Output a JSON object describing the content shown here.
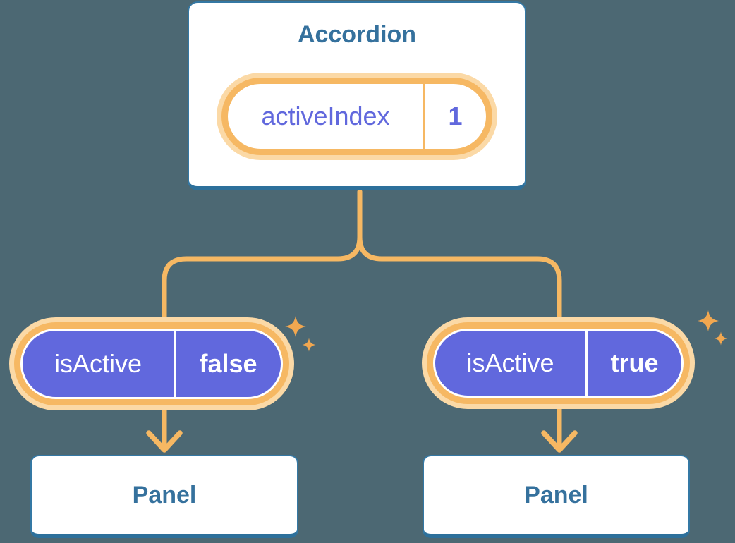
{
  "diagram": {
    "accordion": {
      "title": "Accordion",
      "pill": {
        "label": "activeIndex",
        "value": "1"
      }
    },
    "children": [
      {
        "pill": {
          "label": "isActive",
          "value": "false"
        },
        "panel": "Panel"
      },
      {
        "pill": {
          "label": "isActive",
          "value": "true"
        },
        "panel": "Panel"
      }
    ]
  },
  "colors": {
    "background": "#4c6873",
    "connector_orange": "#f6b863",
    "pill_glow": "#fbd9a6",
    "prop_purple": "#6168dd",
    "card_border_blue": "#3478a4",
    "card_border_blue_dark": "#2d709b",
    "heading_blue": "#35719d",
    "sparkle_orange": "#f1a750",
    "card_fill": "#ffffff"
  },
  "icons": {
    "sparkle": "four-point-star",
    "arrow": "down-arrow"
  }
}
